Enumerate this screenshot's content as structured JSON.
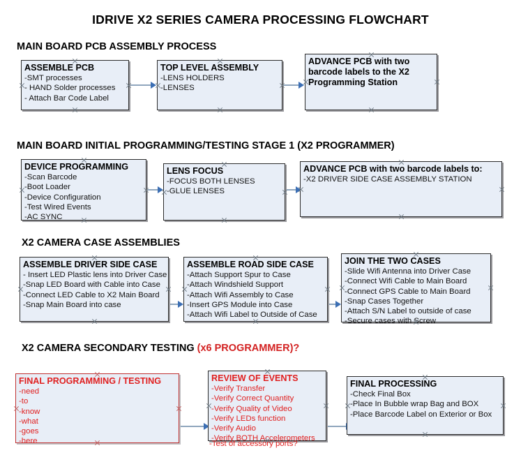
{
  "document": {
    "title": "IDRIVE X2  SERIES CAMERA PROCESSING FLOWCHART"
  },
  "colors": {
    "box_fill": "#e8eef7",
    "box_border": "#2b2b2b",
    "red_text": "#e02020",
    "red_border": "#c03030",
    "connector_line": "#8fa6bd",
    "arrow_head": "#3c6fb4"
  },
  "sections": [
    {
      "heading": "MAIN BOARD PCB ASSEMBLY PROCESS",
      "heading_accent": "",
      "boxes": [
        {
          "title": "ASSEMBLE PCB",
          "lines": [
            "-SMT processes",
            "- HAND Solder processes",
            "- Attach Bar Code Label"
          ]
        },
        {
          "title": "TOP LEVEL ASSEMBLY",
          "lines": [
            "-LENS HOLDERS",
            "-LENSES"
          ]
        },
        {
          "title": "ADVANCE PCB with two barcode labels to the  X2 Programming Station",
          "lines": []
        }
      ]
    },
    {
      "heading": "MAIN BOARD INITIAL PROGRAMMING/TESTING STAGE 1 (X2 PROGRAMMER)",
      "heading_accent": "",
      "boxes": [
        {
          "title": "DEVICE PROGRAMMING",
          "lines": [
            "-Scan Barcode",
            "-Boot Loader",
            "-Device Configuration",
            "-Test Wired Events",
            "-AC SYNC"
          ]
        },
        {
          "title": "LENS FOCUS",
          "lines": [
            "-FOCUS BOTH LENSES",
            "-GLUE LENSES"
          ]
        },
        {
          "title": "ADVANCE PCB with two barcode labels to:",
          "lines": [
            "-X2 DRIVER  SIDE  CASE  ASSEMBLY STATION"
          ]
        }
      ]
    },
    {
      "heading": "X2 CAMERA CASE ASSEMBLIES",
      "heading_accent": "",
      "boxes": [
        {
          "title": "ASSEMBLE DRIVER SIDE CASE",
          "lines": [
            "- Insert LED Plastic lens into Driver Case",
            "-Snap LED Board with Cable into Case",
            "-Connect LED Cable to X2 Main Board",
            "-Snap Main Board into case"
          ]
        },
        {
          "title": "ASSEMBLE ROAD SIDE CASE",
          "lines": [
            "-Attach Support Spur to Case",
            "-Attach Windshield Support",
            "-Attach Wifi Assembly to Case",
            "-Insert GPS Module into Case",
            "-Attach Wifi Label to Outside of Case"
          ]
        },
        {
          "title": "JOIN THE TWO CASES",
          "lines": [
            "-Slide Wifi Antenna into Driver Case",
            "-Connect Wifi Cable to Main Board",
            "-Connect GPS Cable to Main Board",
            "-Snap Cases Together",
            "-Attach S/N Label to outside of case",
            "-Secure cases with Screw"
          ]
        }
      ]
    },
    {
      "heading": "X2 CAMERA SECONDARY TESTING ",
      "heading_accent": "(x6 PROGRAMMER)?",
      "boxes": [
        {
          "title": "FINAL PROGRAMMING / TESTING",
          "lines": [
            "-need",
            "-to",
            "-know",
            "-what",
            "-goes",
            "-here"
          ]
        },
        {
          "title": "REVIEW OF EVENTS",
          "lines": [
            "-Verify Transfer",
            "-Verify Correct Quantity",
            "-Verify Quality of Video",
            "-Verify LEDs function",
            "-Verify Audio",
            "-Verify BOTH Accelerometers"
          ],
          "overflow_line": "-Test of accessory ports?"
        },
        {
          "title": "FINAL PROCESSING",
          "lines": [
            " -Check Final Box",
            "-Place In Bubble wrap Bag and BOX",
            "-Place Barcode Label on Exterior or Box"
          ]
        }
      ]
    }
  ]
}
